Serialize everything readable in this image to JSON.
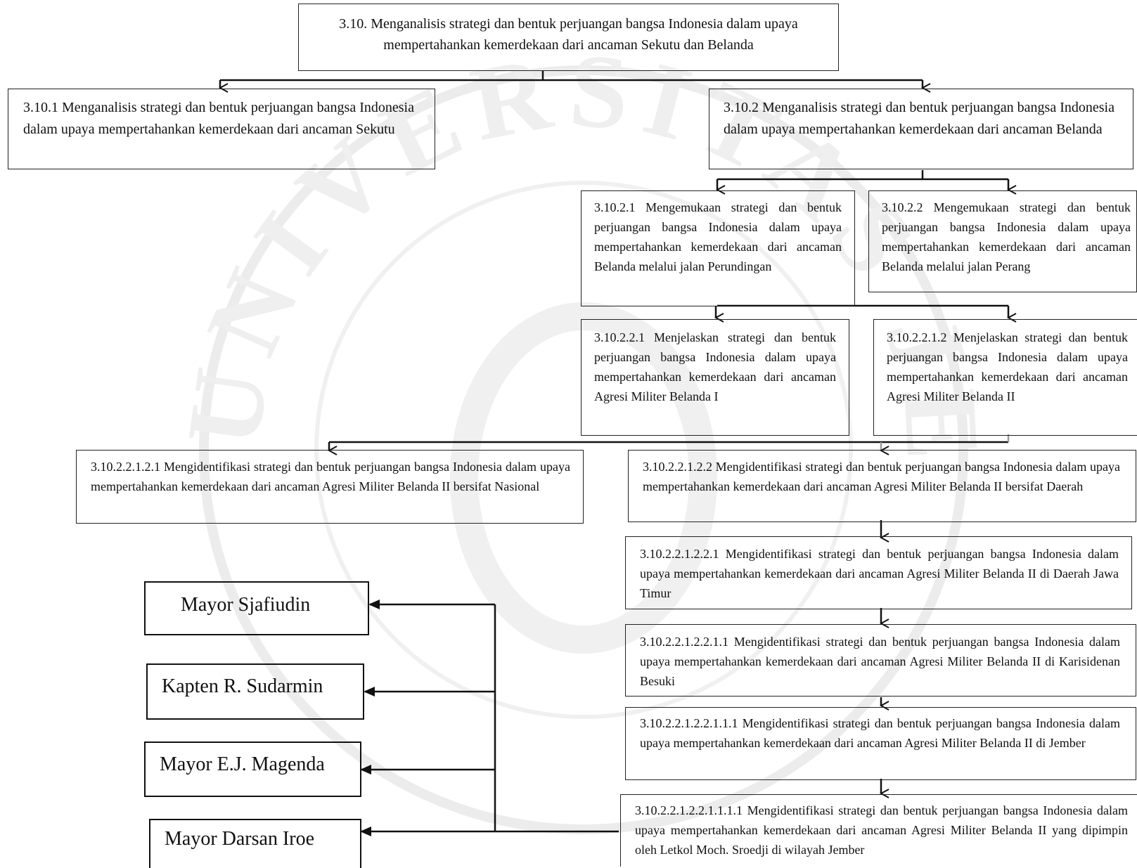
{
  "nodes": {
    "root": "3.10. Menganalisis strategi dan bentuk perjuangan bangsa Indonesia dalam upaya mempertahankan kemerdekaan dari ancaman Sekutu dan Belanda",
    "n3_10_1": "3.10.1 Menganalisis strategi dan bentuk perjuangan bangsa Indonesia dalam upaya mempertahankan kemerdekaan dari ancaman Sekutu",
    "n3_10_2": "3.10.2 Menganalisis strategi dan bentuk perjuangan bangsa Indonesia dalam upaya mempertahankan kemerdekaan dari ancaman Belanda",
    "n3_10_2_1": "3.10.2.1 Mengemukaan strategi dan bentuk perjuangan bangsa Indonesia dalam upaya mempertahankan kemerdekaan dari ancaman Belanda melalui jalan Perundingan",
    "n3_10_2_2": "3.10.2.2 Mengemukaan strategi dan bentuk perjuangan bangsa Indonesia dalam upaya mempertahankan kemerdekaan dari ancaman Belanda melalui jalan Perang",
    "n3_10_2_2_1": "3.10.2.2.1 Menjelaskan strategi dan bentuk perjuangan bangsa Indonesia dalam upaya mempertahankan kemerdekaan dari ancaman Agresi Militer Belanda I",
    "n3_10_2_2_1_2": "3.10.2.2.1.2 Menjelaskan strategi dan bentuk perjuangan bangsa Indonesia dalam upaya mempertahankan kemerdekaan dari ancaman Agresi Militer Belanda II",
    "n3_10_2_2_1_2_1": "3.10.2.2.1.2.1 Mengidentifikasi strategi dan bentuk perjuangan bangsa Indonesia dalam upaya mempertahankan kemerdekaan dari ancaman Agresi Militer Belanda II bersifat Nasional",
    "n3_10_2_2_1_2_2": "3.10.2.2.1.2.2 Mengidentifikasi strategi dan bentuk perjuangan bangsa Indonesia dalam upaya mempertahankan kemerdekaan dari ancaman Agresi Militer Belanda II bersifat Daerah",
    "n_jatim": "3.10.2.2.1.2.2.1 Mengidentifikasi strategi dan bentuk perjuangan bangsa Indonesia dalam upaya mempertahankan kemerdekaan dari ancaman Agresi Militer Belanda II di Daerah Jawa Timur",
    "n_besuki": "3.10.2.2.1.2.2.1.1 Mengidentifikasi strategi dan bentuk perjuangan bangsa Indonesia dalam upaya mempertahankan kemerdekaan dari ancaman Agresi Militer Belanda II di Karisidenan Besuki",
    "n_jember": "3.10.2.2.1.2.2.1.1.1 Mengidentifikasi strategi dan bentuk perjuangan bangsa Indonesia dalam upaya mempertahankan kemerdekaan dari ancaman Agresi Militer Belanda II di Jember",
    "n_sroedji": "3.10.2.2.1.2.2.1.1.1.1 Mengidentifikasi strategi dan bentuk perjuangan bangsa Indonesia dalam upaya mempertahankan kemerdekaan dari ancaman Agresi Militer Belanda II yang dipimpin oleh Letkol Moch. Sroedji di wilayah Jember"
  },
  "names": [
    "Mayor Sjafiudin",
    "Kapten R. Sudarmin",
    "Mayor E.J. Magenda",
    "Mayor Darsan Iroe"
  ],
  "watermark": {
    "text": "UNIVERSITAS JEMBER",
    "color": "#d9d9d9"
  }
}
